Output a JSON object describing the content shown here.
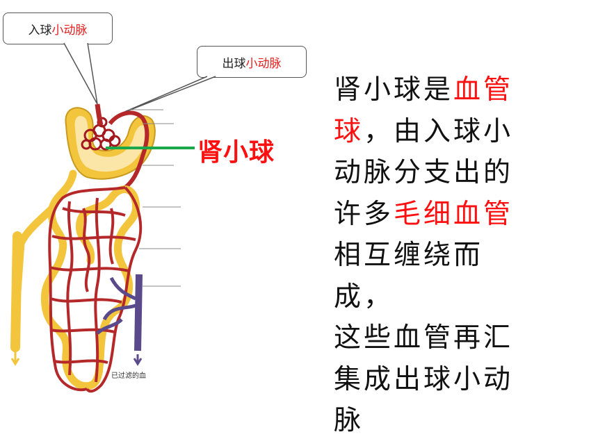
{
  "callouts": {
    "afferent": {
      "prefix": "入球",
      "highlight": "小动脉"
    },
    "efferent": {
      "prefix": "出球",
      "highlight": "小动脉"
    }
  },
  "diagram": {
    "glomerulus_label": "肾小球",
    "filtered_blood_label": "已过滤的血"
  },
  "description": {
    "lines": [
      [
        {
          "t": "肾小球是",
          "hl": false
        },
        {
          "t": "血管",
          "hl": true
        }
      ],
      [
        {
          "t": "球",
          "hl": true
        },
        {
          "t": "，由入球小",
          "hl": false
        }
      ],
      [
        {
          "t": "动脉分支出的",
          "hl": false
        }
      ],
      [
        {
          "t": "许多",
          "hl": false
        },
        {
          "t": "毛细血管",
          "hl": true
        }
      ],
      [
        {
          "t": "相互缠绕而成，",
          "hl": false
        }
      ],
      [
        {
          "t": "这些血管再汇",
          "hl": false
        }
      ],
      [
        {
          "t": "集成出球小动",
          "hl": false
        }
      ],
      [
        {
          "t": "脉",
          "hl": false
        }
      ]
    ]
  },
  "colors": {
    "highlight": "#ff1010",
    "vessel_red": "#b5282a",
    "tubule_yellow": "#f2c53d",
    "vein_purple": "#5a4a8c",
    "pointer_green": "#1aa84a"
  }
}
